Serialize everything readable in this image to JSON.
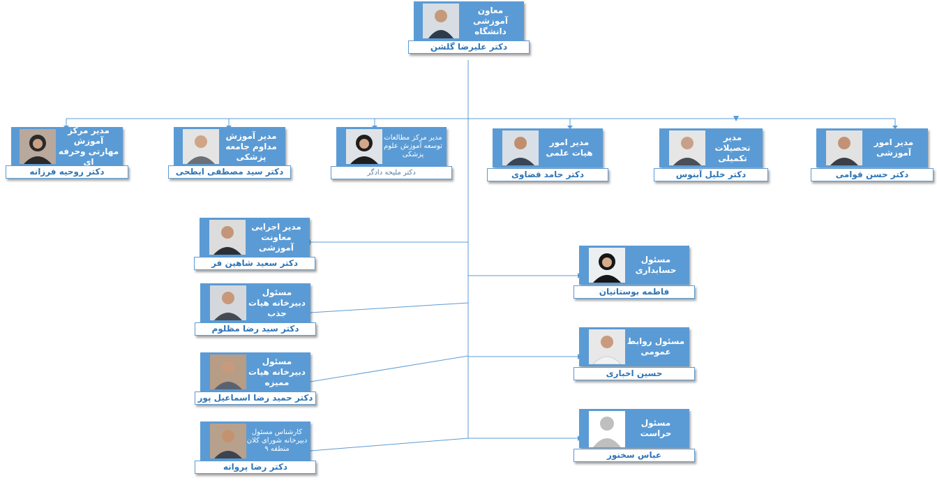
{
  "chart": {
    "nodes": [
      {
        "id": "vice",
        "title": "معاون آموزشی دانشگاه",
        "name": "دکتر علیرضا گلشن"
      },
      {
        "id": "vocational",
        "title": "مدیر مرکز آموزش مهارتی وحرفه ای",
        "name": "دکتر روحیه فرزانه"
      },
      {
        "id": "cme",
        "title": "مدیر آموزش مداوم جامعه پزشکی",
        "name": "دکتر سید مصطفی ابطحی"
      },
      {
        "id": "edc",
        "title": "مدیر مرکز مطالعات توسعه آموزش علوم پزشکی",
        "name": "دکتر ملیحه دادگر"
      },
      {
        "id": "faculty",
        "title": "مدیر امور هیات علمی",
        "name": "دکتر حامد قضاوی"
      },
      {
        "id": "grad",
        "title": "مدیر تحصیلات تکمیلی",
        "name": "دکتر خلیل آبنوس"
      },
      {
        "id": "edu",
        "title": "مدیر امور آموزشی",
        "name": "دکتر حسن قوامی"
      },
      {
        "id": "exec",
        "title": "مدیر اجرایی معاونت آموزشی",
        "name": "دکتر سعید شاهین فر"
      },
      {
        "id": "recruit",
        "title": "مسئول دبیرخانه هیات جذب",
        "name": "دکتر سید رضا مظلوم"
      },
      {
        "id": "audit",
        "title": "مسئول دبیرخانه هیات ممیزه",
        "name": "دکتر حمید رضا اسماعیل پور"
      },
      {
        "id": "council",
        "title": "کارشناس مسئول دبیرخانه شورای کلان منطقه ۹",
        "name": "دکتر رضا پروانه"
      },
      {
        "id": "accounting",
        "title": "مسئول حسابداری",
        "name": "فاطمه بوستانیان"
      },
      {
        "id": "pr",
        "title": "مسئول روابط عمومی",
        "name": "حسین اخباری"
      },
      {
        "id": "security",
        "title": "مسئول حراست",
        "name": "عباس سخنور"
      }
    ]
  },
  "colors": {
    "box": "#5b9bd5",
    "line": "#5b9bd5",
    "name_text": "#2e75b6"
  }
}
